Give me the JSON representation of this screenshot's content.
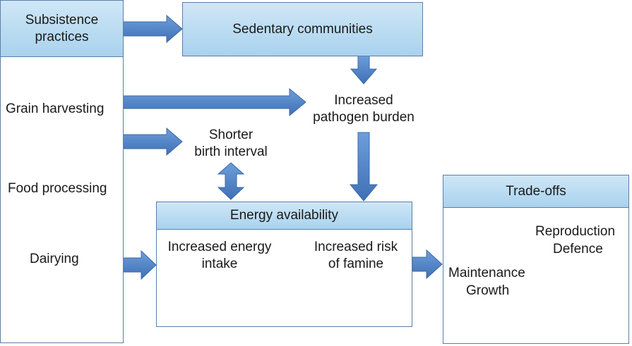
{
  "left_column": {
    "header": "Subsistence practices",
    "items": [
      "Grain harvesting",
      "Food processing",
      "Dairying"
    ]
  },
  "sedentary": "Sedentary communities",
  "pathogen": {
    "line1": "Increased",
    "line2": "pathogen burden"
  },
  "birth_interval": {
    "line1": "Shorter",
    "line2": "birth interval"
  },
  "energy": {
    "header": "Energy availability",
    "intake": {
      "line1": "Increased energy",
      "line2": "intake"
    },
    "famine": {
      "line1": "Increased risk",
      "line2": "of famine"
    }
  },
  "tradeoffs": {
    "header": "Trade-offs",
    "right_upper": "Reproduction",
    "right_lower": "Defence",
    "left_upper": "Maintenance",
    "left_lower": "Growth"
  },
  "colors": {
    "header_fill": "#b8dcf2",
    "arrow": "#4f81bd",
    "border": "#5b7fa6"
  }
}
